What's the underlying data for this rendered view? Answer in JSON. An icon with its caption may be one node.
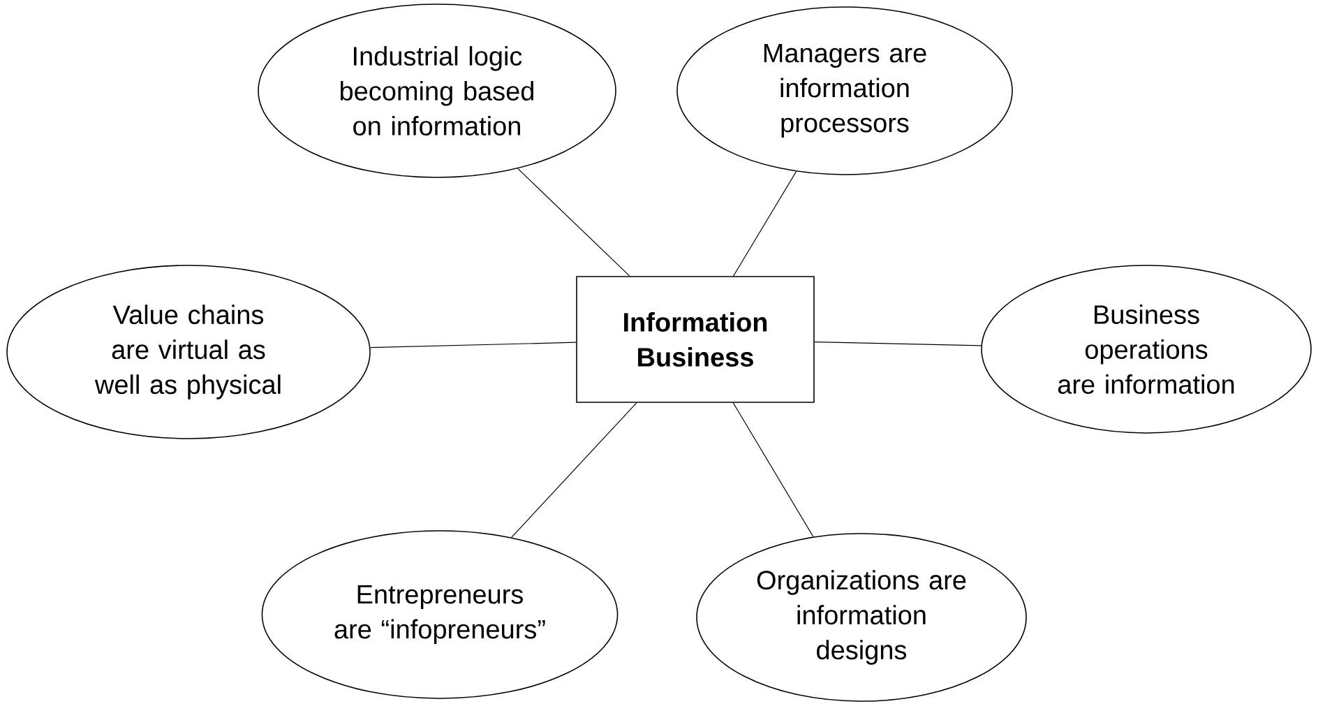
{
  "diagram": {
    "nodes": [
      {
        "text": [
          "Information Business"
        ]
      },
      {
        "text": [
          "Industrial logic becoming based on information"
        ]
      },
      {
        "text": [
          "Managers are information processors"
        ]
      },
      {
        "text": [
          "Value chains are virtual as well as physical"
        ]
      },
      {
        "text": [
          "Business operations are information"
        ]
      },
      {
        "text": [
          "Entrepreneurs are “infopreneurs”"
        ]
      },
      {
        "text": [
          "Organizations are information designs"
        ]
      }
    ],
    "edges": [
      {
        "from": 0,
        "to": 1,
        "arrow": "none"
      },
      {
        "from": 0,
        "to": 2,
        "arrow": "none"
      },
      {
        "from": 0,
        "to": 3,
        "arrow": "none"
      },
      {
        "from": 0,
        "to": 4,
        "arrow": "none"
      },
      {
        "from": 0,
        "to": 5,
        "arrow": "none"
      },
      {
        "from": 0,
        "to": 6,
        "arrow": "none"
      }
    ]
  }
}
